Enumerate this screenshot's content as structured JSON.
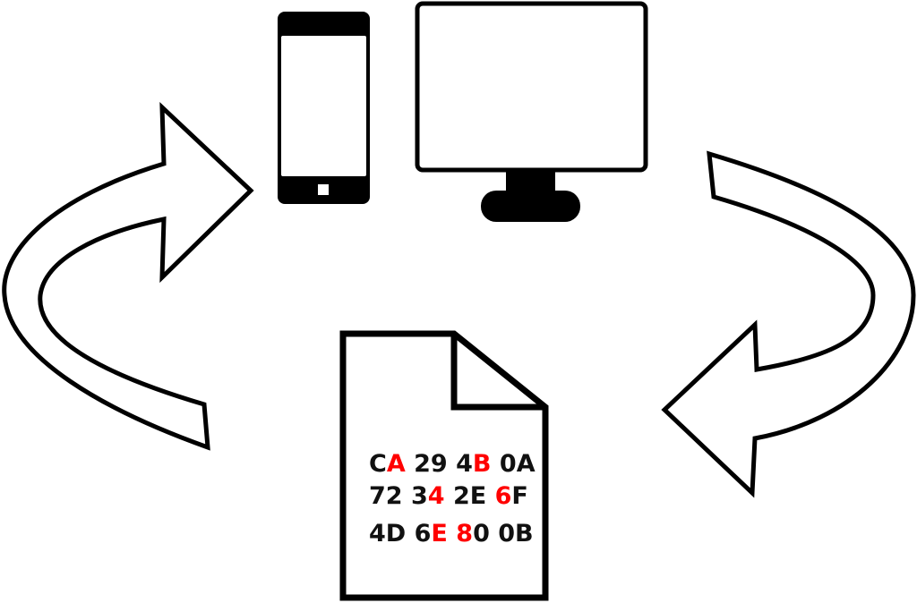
{
  "colors": {
    "stroke": "#000000",
    "fill": "#ffffff",
    "highlight": "#ff0000",
    "text": "#111111"
  },
  "document": {
    "rows": [
      [
        [
          {
            "t": "C"
          },
          {
            "t": "A",
            "red": true
          }
        ],
        [
          {
            "t": "29"
          }
        ],
        [
          {
            "t": "4"
          },
          {
            "t": "B",
            "red": true
          }
        ],
        [
          {
            "t": "0A"
          }
        ]
      ],
      [
        [
          {
            "t": "72"
          }
        ],
        [
          {
            "t": "3"
          },
          {
            "t": "4",
            "red": true
          }
        ],
        [
          {
            "t": "2E"
          }
        ],
        [
          {
            "t": "6",
            "red": true
          },
          {
            "t": "F"
          }
        ]
      ],
      [
        [
          {
            "t": "4D"
          }
        ],
        [
          {
            "t": "6"
          },
          {
            "t": "E",
            "red": true
          }
        ],
        [
          {
            "t": "8",
            "red": true
          },
          {
            "t": "0"
          }
        ],
        [
          {
            "t": "0B"
          }
        ]
      ]
    ]
  },
  "icons": [
    "smartphone-icon",
    "desktop-monitor-icon",
    "file-icon",
    "curved-arrow-right-icon",
    "curved-arrow-left-icon"
  ]
}
